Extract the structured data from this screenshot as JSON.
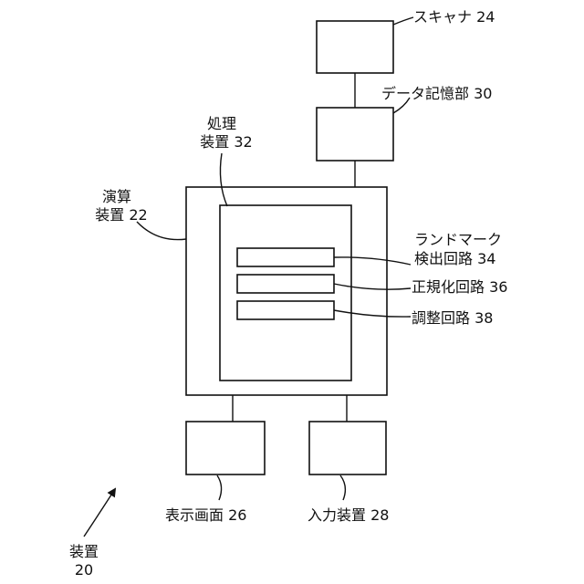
{
  "labels": {
    "scanner": "スキャナ 24",
    "data_storage": "データ記憶部 30",
    "processor_line1": "処理",
    "processor_line2": "装置 32",
    "compute_line1": "演算",
    "compute_line2": "装置 22",
    "landmark_line1": "ランドマーク",
    "landmark_line2": "検出回路 34",
    "normalize": "正規化回路 36",
    "adjust": "調整回路 38",
    "display": "表示画面 26",
    "input_device": "入力装置 28",
    "apparatus_line1": "装置",
    "apparatus_line2": "20"
  },
  "colors": {
    "line": "#111111",
    "background": "#ffffff"
  }
}
